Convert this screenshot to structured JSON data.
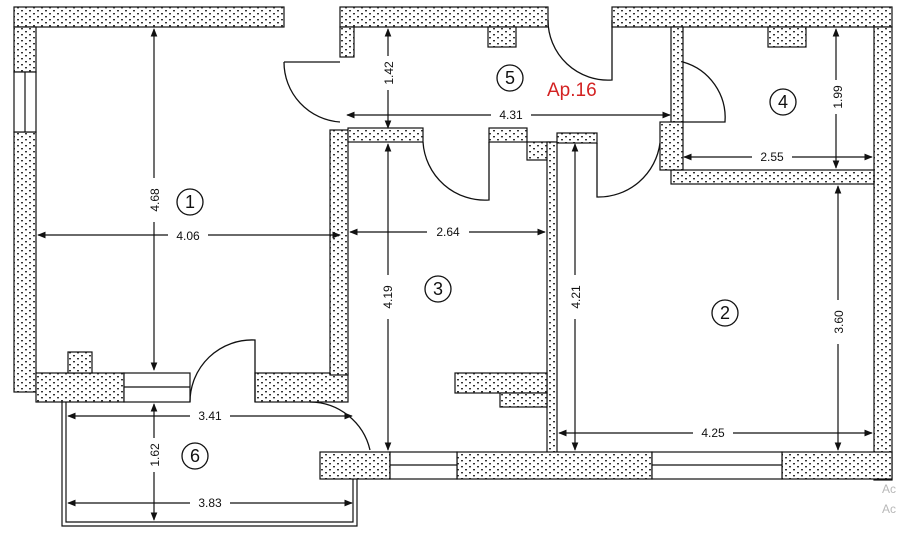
{
  "apartment": {
    "label": "Ap.16",
    "label_color": "#d32222"
  },
  "rooms": [
    {
      "number": "1"
    },
    {
      "number": "2"
    },
    {
      "number": "3"
    },
    {
      "number": "4"
    },
    {
      "number": "5"
    },
    {
      "number": "6"
    }
  ],
  "dimensions": {
    "room1_width": "4.06",
    "room1_height": "4.68",
    "room5_width": "4.31",
    "room5_height": "1.42",
    "room4_width": "2.55",
    "room4_height": "1.99",
    "room3_width": "2.64",
    "room3_height": "4.19",
    "room2_width": "4.25",
    "room2_height_left": "4.21",
    "room2_height_right": "3.60",
    "room6_width_top": "3.41",
    "room6_width_bottom": "3.83",
    "room6_height": "1.62"
  },
  "watermark": {
    "line1": "Ac",
    "line2": "Ac"
  }
}
